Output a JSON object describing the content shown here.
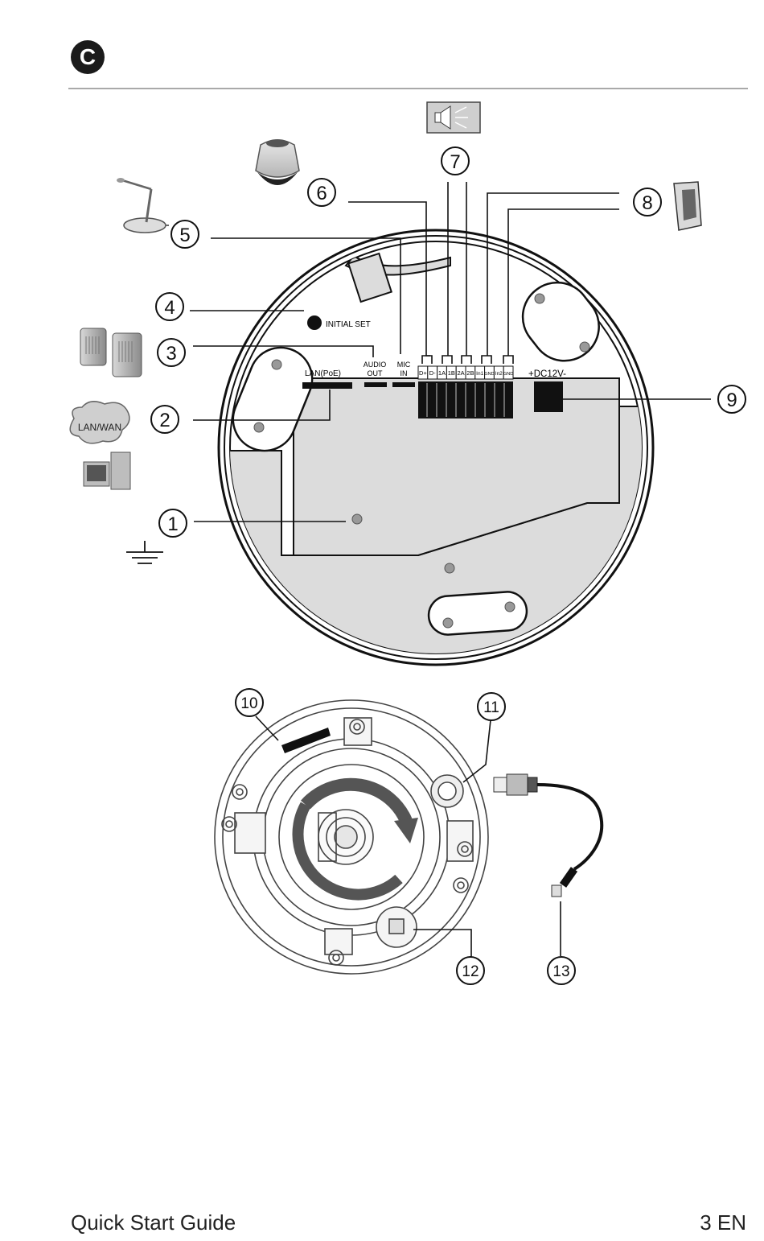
{
  "header": {
    "section_letter": "C"
  },
  "callouts": [
    "1",
    "2",
    "3",
    "4",
    "5",
    "6",
    "7",
    "8",
    "9",
    "10",
    "11",
    "12",
    "13"
  ],
  "board_labels": {
    "initial_set": "INITIAL SET",
    "lan": "LAN(PoE)",
    "audio_out_1": "AUDIO",
    "audio_out_2": "OUT",
    "mic_in_1": "MIC",
    "mic_in_2": "IN",
    "dc": "+DC12V-",
    "lan_wan_cloud": "LAN/WAN"
  },
  "terminals": [
    "D+",
    "D-",
    "1A",
    "1B",
    "2A",
    "2B",
    "In1",
    "GND",
    "In2",
    "GND"
  ],
  "footer": {
    "guide_title": "Quick Start Guide",
    "page": "3 EN"
  }
}
